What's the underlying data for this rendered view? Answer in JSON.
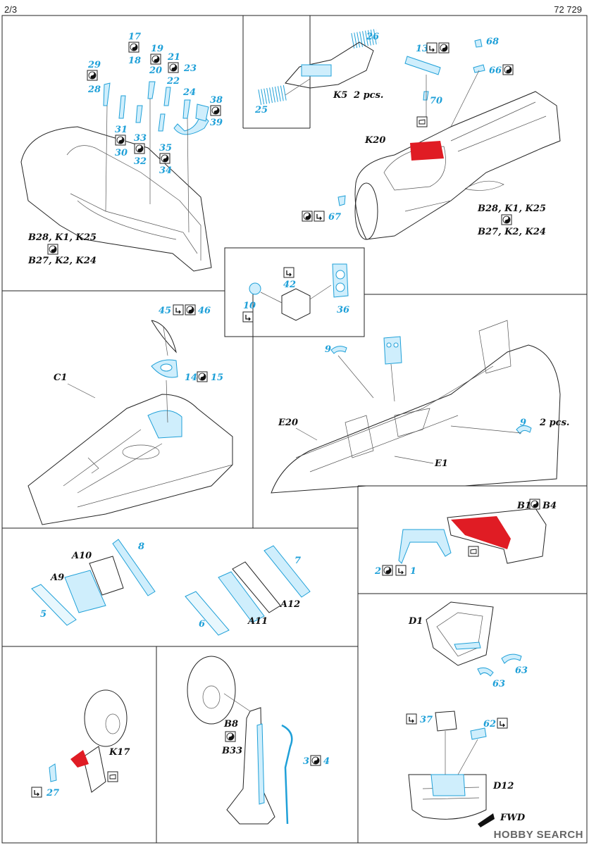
{
  "header": {
    "page": "2/3",
    "code": "72 729"
  },
  "colors": {
    "part_blue": "#1fa0d8",
    "fill_blue": "#cfeefc",
    "red": "#e01c24",
    "line": "#222222"
  },
  "panel1": {
    "parts": [
      "17",
      "19",
      "18",
      "21",
      "20",
      "23",
      "22",
      "24",
      "29",
      "28",
      "38",
      "39",
      "31",
      "30",
      "33",
      "32",
      "35",
      "34"
    ],
    "ref_top": "B28, K1, K25",
    "ref_bottom": "B27, K2, K24"
  },
  "panel2": {
    "k5": "K5",
    "pcs": "2 pcs.",
    "p26": "26",
    "p25": "25"
  },
  "panel3": {
    "p13": "13",
    "p68": "68",
    "p66": "66",
    "p70": "70",
    "k20": "K20",
    "p67": "67",
    "ref_top": "B28, K1, K25",
    "ref_bottom": "B27, K2, K24"
  },
  "panel4": {
    "p42": "42",
    "p10": "10",
    "p36": "36"
  },
  "panel5": {
    "p45": "45",
    "p46": "46",
    "p14": "14",
    "p15": "15",
    "c1": "C1"
  },
  "panel6": {
    "p9a": "9",
    "p9b": "9",
    "pcs": "2 pcs.",
    "e20": "E20",
    "e1": "E1"
  },
  "panel7": {
    "b1": "B1",
    "b4": "B4",
    "p2": "2",
    "p1": "1"
  },
  "panel8": {
    "p8": "8",
    "a10": "A10",
    "a9": "A9",
    "p5": "5"
  },
  "panel9": {
    "p7": "7",
    "a12": "A12",
    "a11": "A11",
    "p6": "6"
  },
  "panel10": {
    "d1": "D1",
    "p63a": "63",
    "p63b": "63",
    "p37": "37",
    "p62": "62",
    "d12": "D12",
    "fwd": "FWD"
  },
  "panel11": {
    "k17": "K17",
    "p27": "27"
  },
  "panel12": {
    "b8": "B8",
    "b33": "B33",
    "p3": "3",
    "p4": "4"
  },
  "watermark": "HOBBY SEARCH",
  "icons": [
    "yin-yang-icon",
    "checkmark-icon",
    "decal-icon"
  ]
}
